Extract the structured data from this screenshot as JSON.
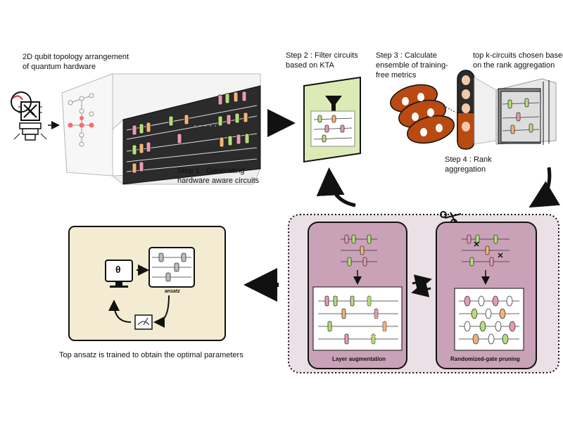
{
  "labels": {
    "topology_line1": "2D qubit topology arrangement",
    "topology_line2": "of quantum hardware",
    "step1_line1": "Step 1 : Generating",
    "step1_line2": "hardware aware circuits",
    "step2_line1": "Step 2 : Filter circuits",
    "step2_line2": "based on KTA",
    "step3_line1": "Step 3 : Calculate",
    "step3_line2": "ensemble of training-",
    "step3_line3": "free metrics",
    "topk_line1": "top k-circuits chosen based",
    "topk_line2": "on the rank aggregation",
    "step4_line1": "Step 4 : Rank",
    "step4_line2": "aggregation",
    "layer_aug": "Layer augmentation",
    "rand_prune": "Randomized-gate pruning",
    "ansatz": "ansatz",
    "bottom_caption": "Top ansatz is trained to obtain the optimal parameters",
    "theta": "θ"
  },
  "colors": {
    "gate_pink": "#e89ab0",
    "gate_green": "#b6dc7a",
    "gate_orange": "#f2b27a",
    "metric_brown": "#b84a12",
    "filter_bg": "#dcebb6",
    "panel_purple": "#c9a2b8",
    "outer_panel": "#ece0e7",
    "train_panel": "#f3ecd2"
  }
}
